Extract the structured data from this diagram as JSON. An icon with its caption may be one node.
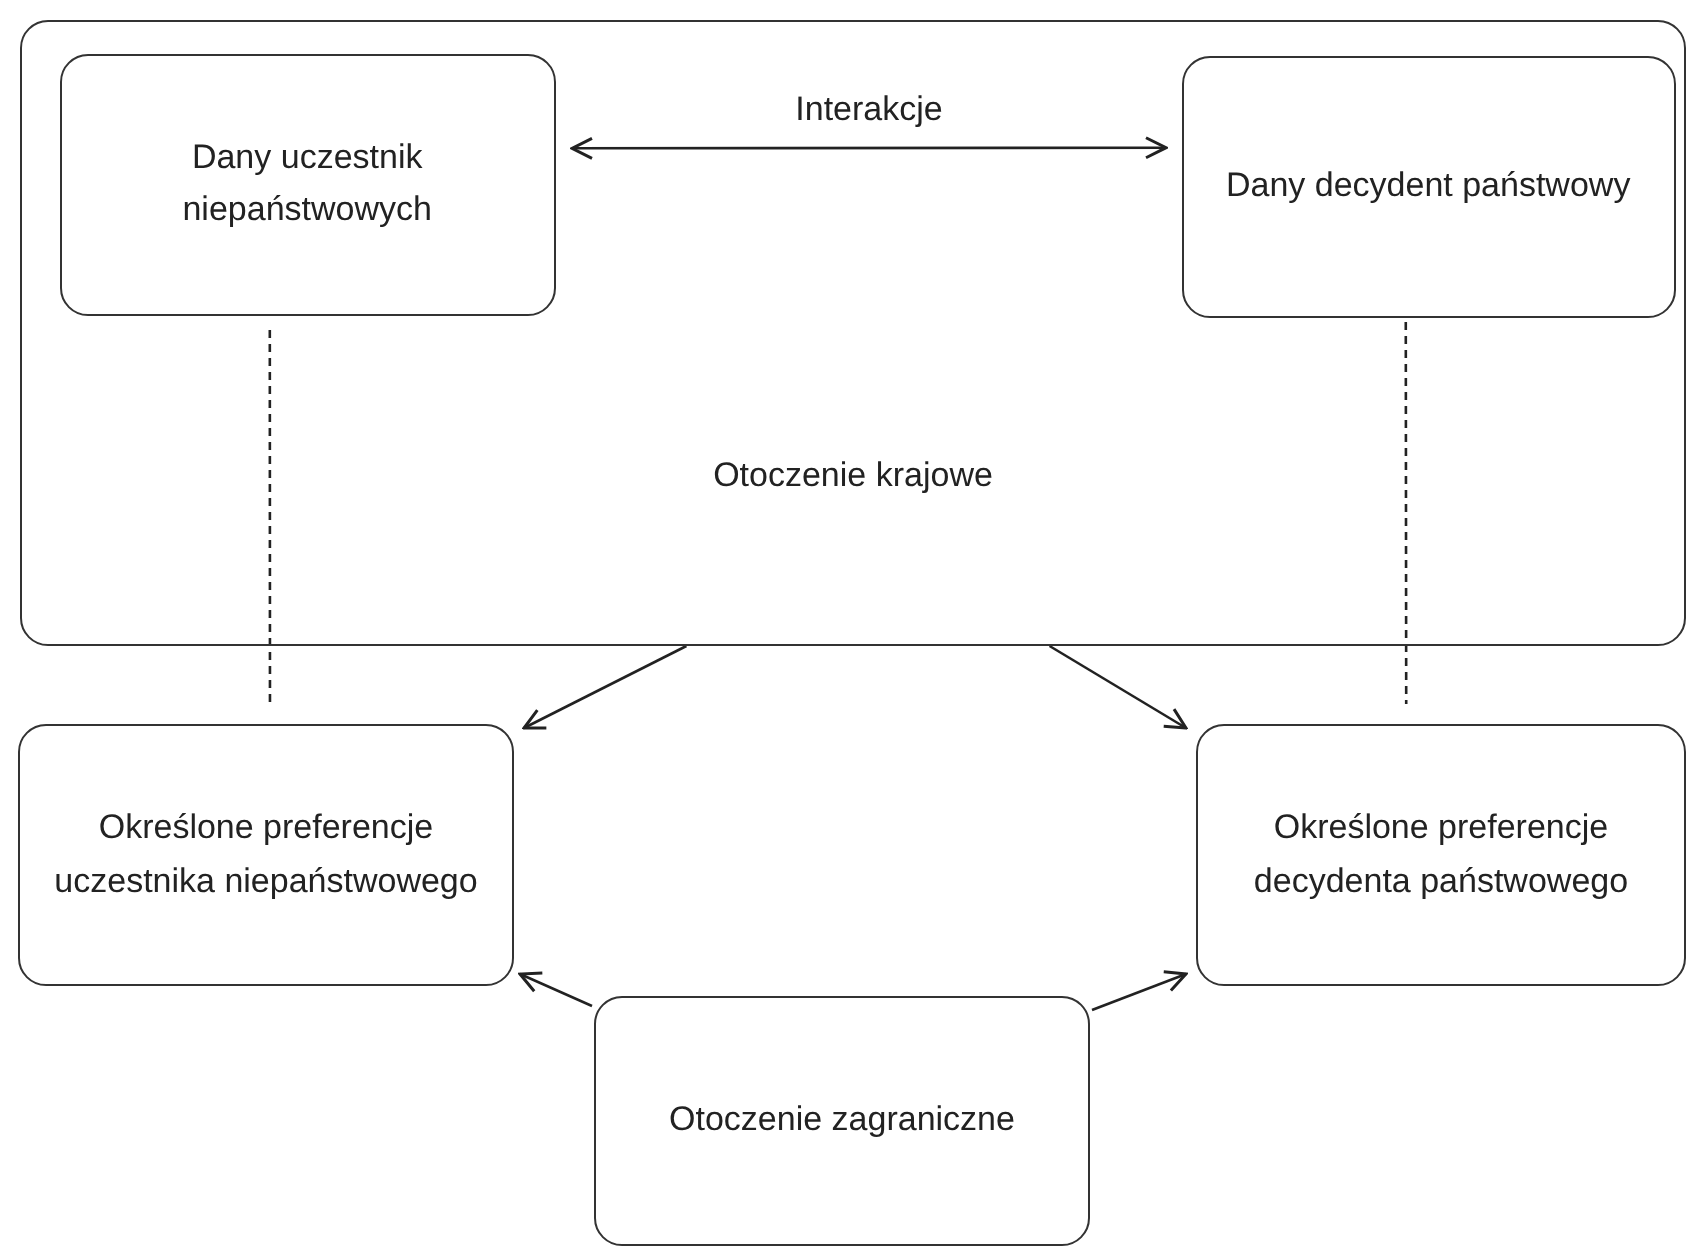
{
  "diagram": {
    "nodes": [
      {
        "text": [
          "Otoczenie krajowe"
        ]
      },
      {
        "text": [
          "Dany uczestnik niepaństwowych"
        ],
        "in": 0
      },
      {
        "text": [
          "Dany decydent państwowy"
        ],
        "in": 0
      },
      {
        "text": [
          "Określone preferencje uczestnika niepaństwowego"
        ]
      },
      {
        "text": [
          "Określone preferencje decydenta państwowego"
        ]
      },
      {
        "text": [
          "Otoczenie zagraniczne"
        ]
      }
    ],
    "edges": [
      {
        "from": 1,
        "to": 2,
        "arrow": "both",
        "label": "Interakcje"
      },
      {
        "from": 1,
        "to": 3,
        "arrow": "none",
        "style": "dashed"
      },
      {
        "from": 2,
        "to": 4,
        "arrow": "none",
        "style": "dashed"
      },
      {
        "from": 0,
        "to": 3,
        "arrow": "to"
      },
      {
        "from": 0,
        "to": 4,
        "arrow": "to"
      },
      {
        "from": 5,
        "to": 3,
        "arrow": "to"
      },
      {
        "from": 5,
        "to": 4,
        "arrow": "to"
      }
    ]
  }
}
